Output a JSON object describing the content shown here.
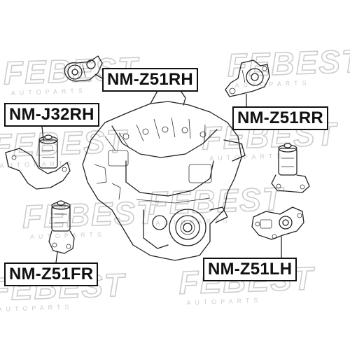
{
  "watermark": {
    "brand": "FEBEST",
    "subtitle": "AUTOPARTS"
  },
  "labels": {
    "z51rh": "NM-Z51RH",
    "j32rh": "NM-J32RH",
    "z51rr": "NM-Z51RR",
    "z51fr": "NM-Z51FR",
    "z51lh": "NM-Z51LH"
  }
}
